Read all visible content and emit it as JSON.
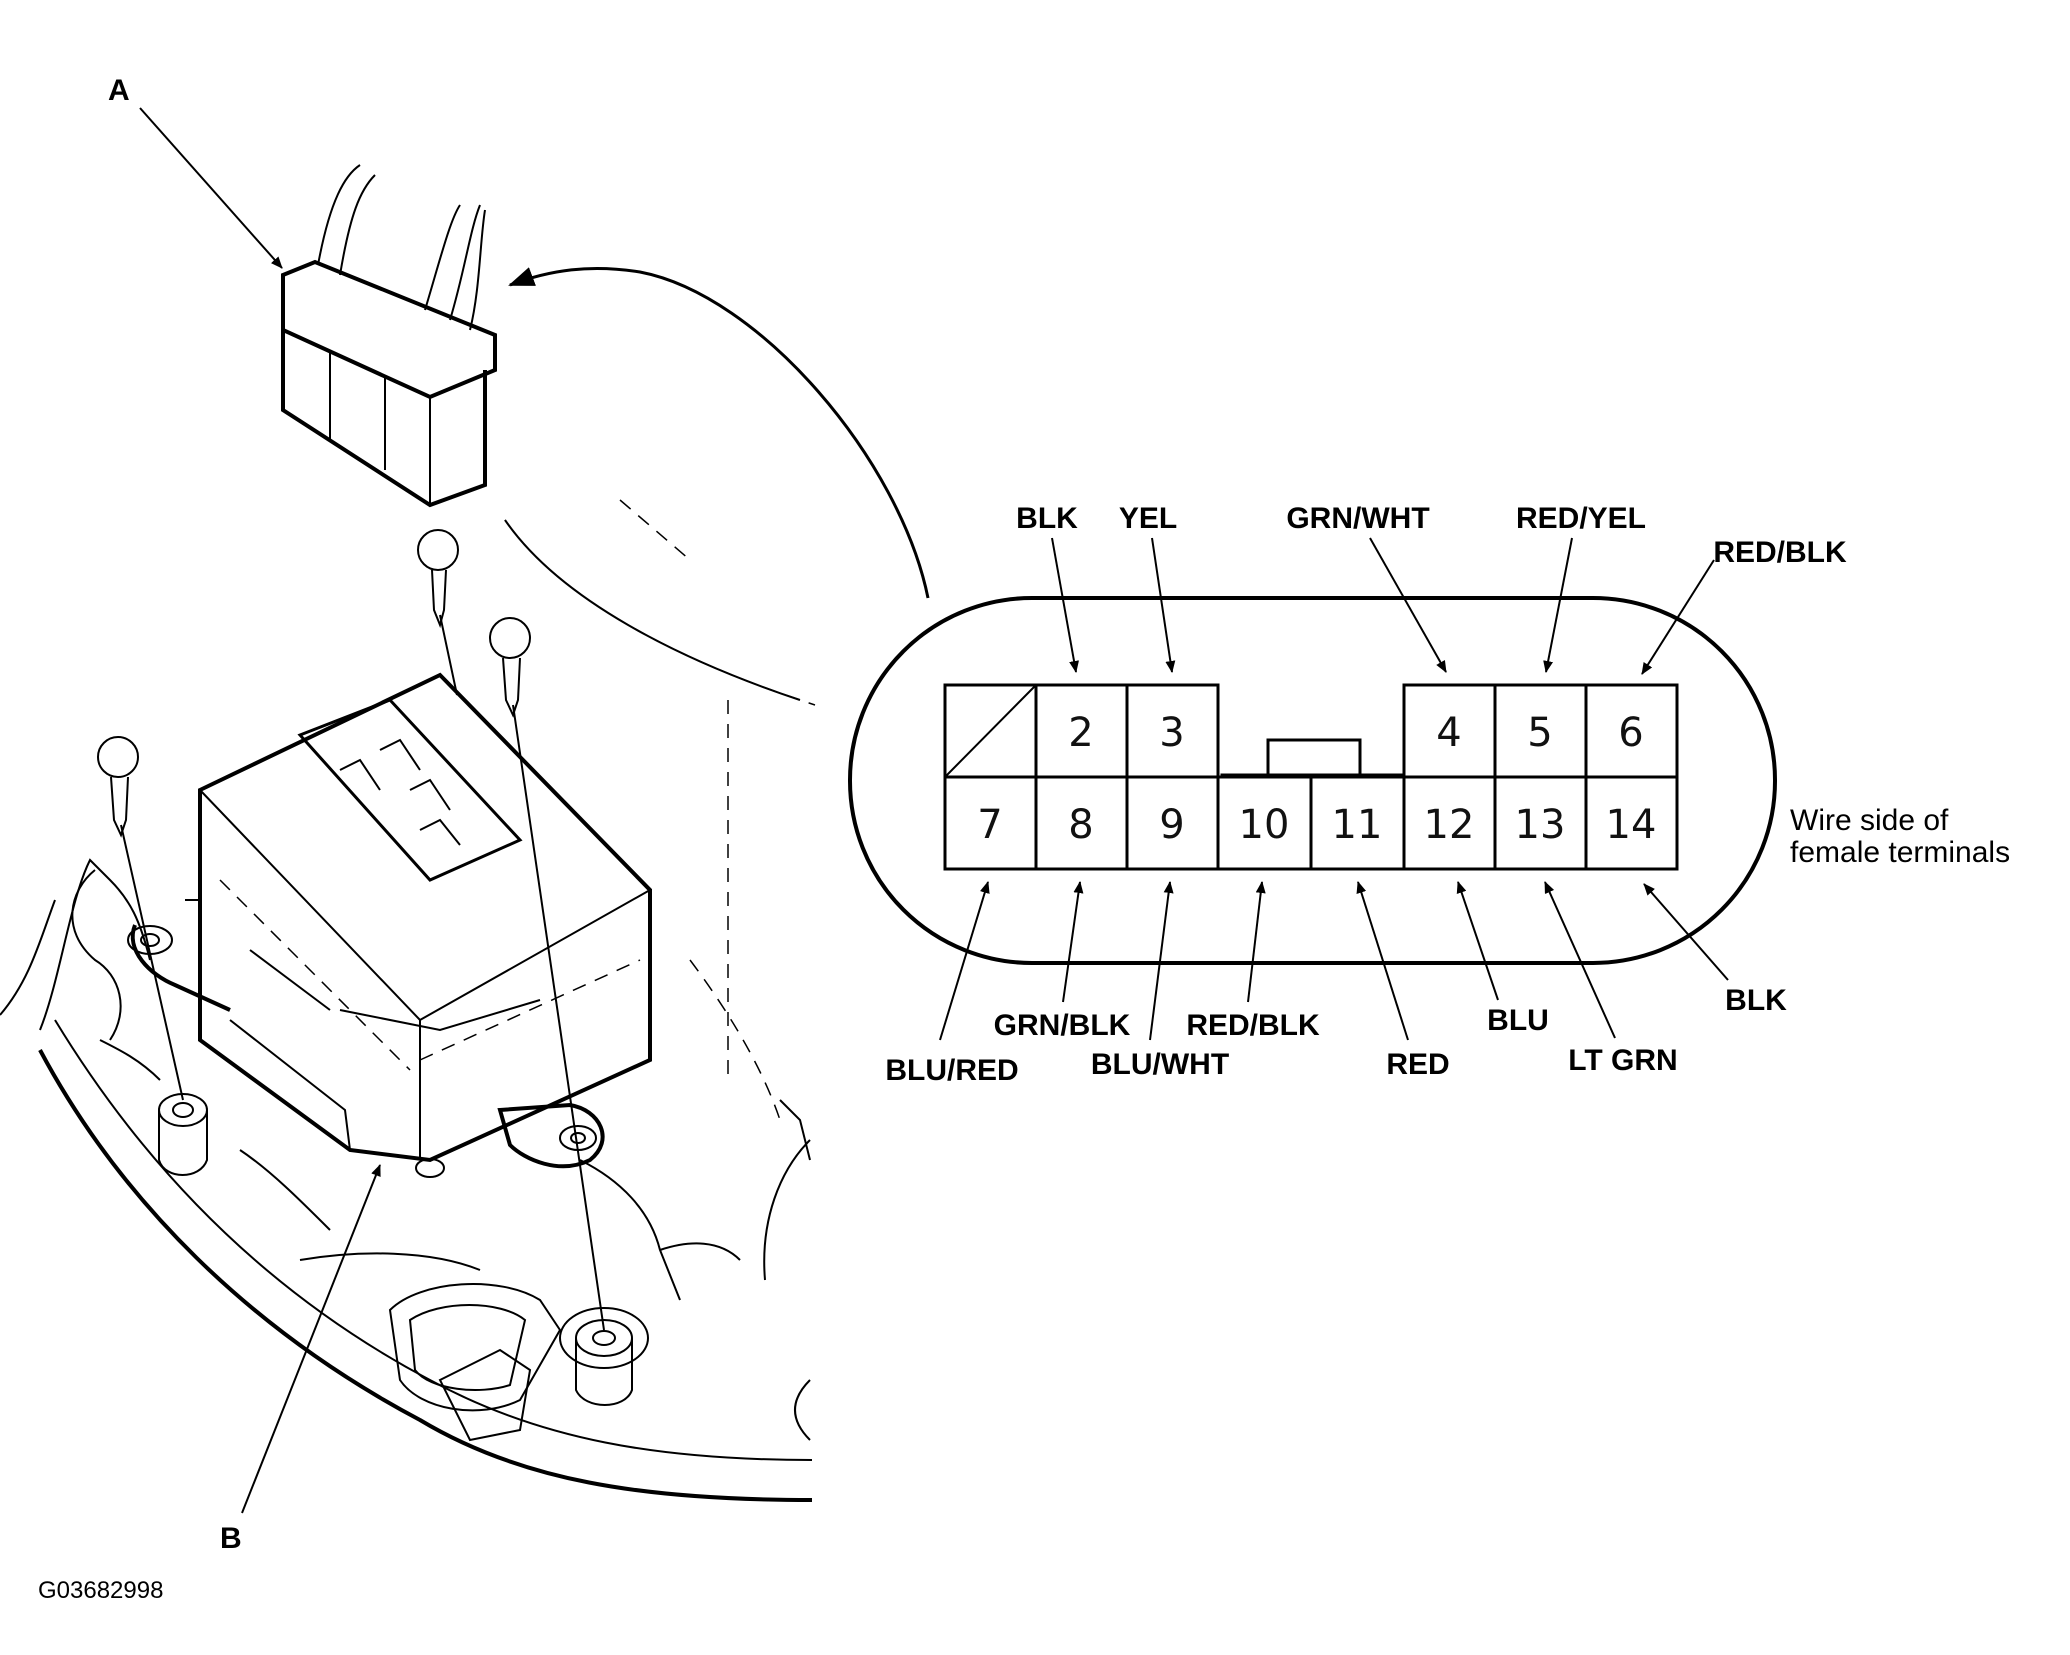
{
  "callouts": {
    "a": "A",
    "b": "B"
  },
  "figure_code": "G03682998",
  "connector": {
    "caption_line1": "Wire side of",
    "caption_line2": "female terminals",
    "top_row": [
      "",
      "2",
      "3",
      "4",
      "5",
      "6"
    ],
    "bottom_row": [
      "7",
      "8",
      "9",
      "10",
      "11",
      "12",
      "13",
      "14"
    ],
    "top_wires": [
      "BLK",
      "YEL",
      "GRN/WHT",
      "RED/YEL",
      "RED/BLK"
    ],
    "bottom_wires": [
      "BLU/RED",
      "GRN/BLK",
      "BLU/WHT",
      "RED/BLK",
      "RED",
      "BLU",
      "LT GRN",
      "BLK"
    ]
  }
}
